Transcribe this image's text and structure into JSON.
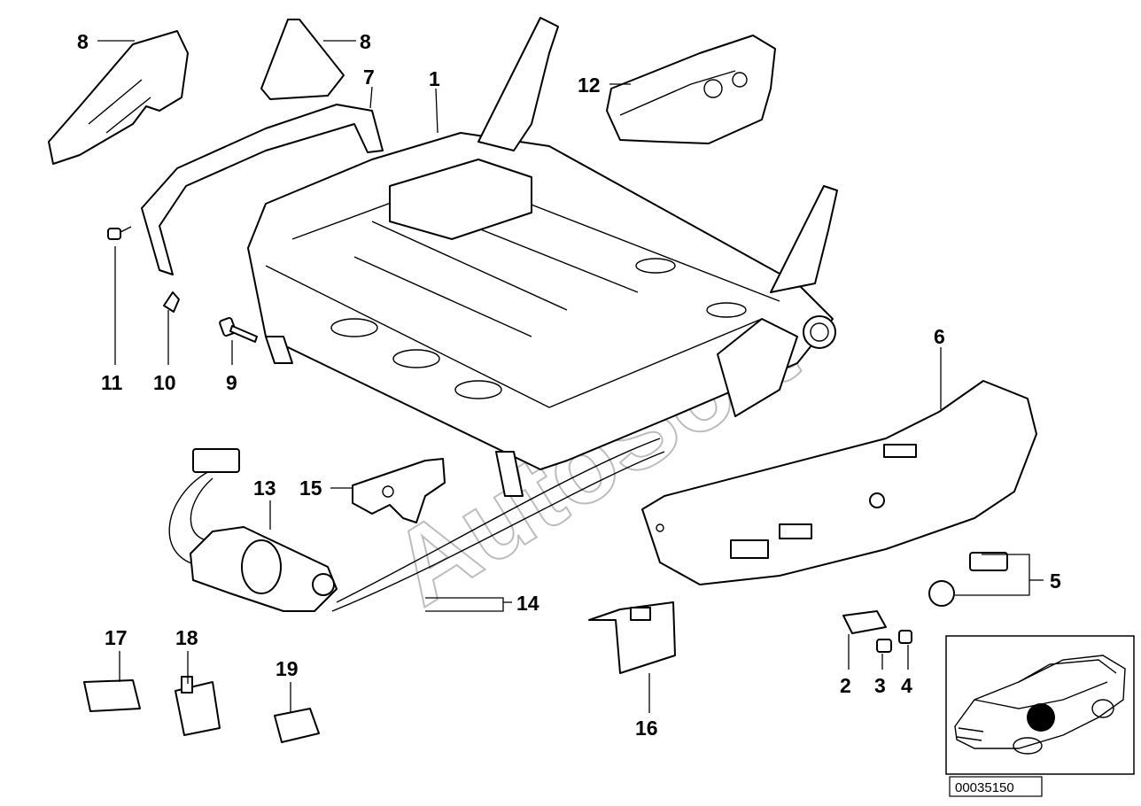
{
  "watermark": "AutoSoft",
  "callouts": [
    {
      "id": "c1",
      "label": "1"
    },
    {
      "id": "c2",
      "label": "2"
    },
    {
      "id": "c3",
      "label": "3"
    },
    {
      "id": "c4",
      "label": "4"
    },
    {
      "id": "c5",
      "label": "5"
    },
    {
      "id": "c6",
      "label": "6"
    },
    {
      "id": "c7",
      "label": "7"
    },
    {
      "id": "c8a",
      "label": "8"
    },
    {
      "id": "c8b",
      "label": "8"
    },
    {
      "id": "c9",
      "label": "9"
    },
    {
      "id": "c10",
      "label": "10"
    },
    {
      "id": "c11",
      "label": "11"
    },
    {
      "id": "c12",
      "label": "12"
    },
    {
      "id": "c13",
      "label": "13"
    },
    {
      "id": "c14",
      "label": "14"
    },
    {
      "id": "c15",
      "label": "15"
    },
    {
      "id": "c16",
      "label": "16"
    },
    {
      "id": "c17",
      "label": "17"
    },
    {
      "id": "c18",
      "label": "18"
    },
    {
      "id": "c19",
      "label": "19"
    }
  ],
  "inset": {
    "diagram_number": "00035150",
    "icon": "car-location-icon"
  }
}
